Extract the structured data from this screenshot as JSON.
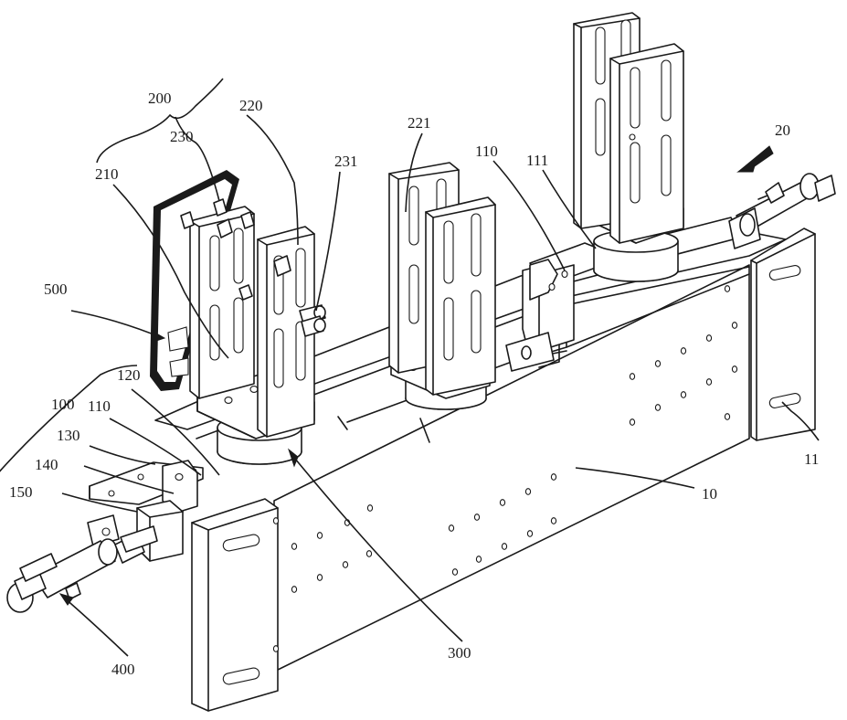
{
  "labels": {
    "l200": "200",
    "l220": "220",
    "l230": "230",
    "l210": "210",
    "l231": "231",
    "l221": "221",
    "l110a": "110",
    "l111": "111",
    "l20": "20",
    "l500": "500",
    "l100": "100",
    "l120": "120",
    "l110b": "110",
    "l130": "130",
    "l140": "140",
    "l150": "150",
    "l11": "11",
    "l10": "10",
    "l300": "300",
    "l400": "400"
  }
}
